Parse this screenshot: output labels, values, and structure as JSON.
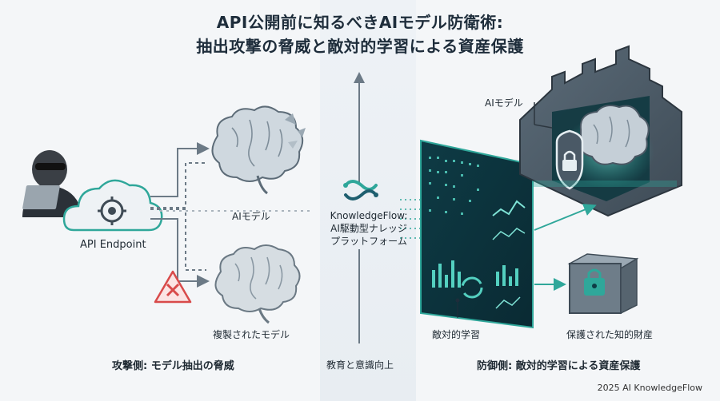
{
  "title": {
    "line1": "API公開前に知るべきAIモデル防衛術:",
    "line2": "抽出攻撃の脅威と敵対的学習による資産保護"
  },
  "left": {
    "endpoint_label": "API Endpoint",
    "model_label": "AIモデル",
    "clone_label": "複製されたモデル",
    "section_label": "攻撃側: モデル抽出の脅威"
  },
  "center": {
    "brand_line1": "KnowledgeFlow:",
    "brand_line2": "AI駆動型ナレッジ",
    "brand_line3": "プラットフォーム",
    "section_label": "教育と意識向上"
  },
  "right": {
    "model_label": "AIモデル",
    "adversarial_label": "敵対的学習",
    "ip_label": "保護された知的財産",
    "section_label": "防御側: 敵対的学習による資産保護"
  },
  "footer": "2025 AI KnowledgeFlow",
  "colors": {
    "teal": "#2fa79a",
    "navy": "#1e2d3b",
    "warning": "#d84a4a"
  }
}
